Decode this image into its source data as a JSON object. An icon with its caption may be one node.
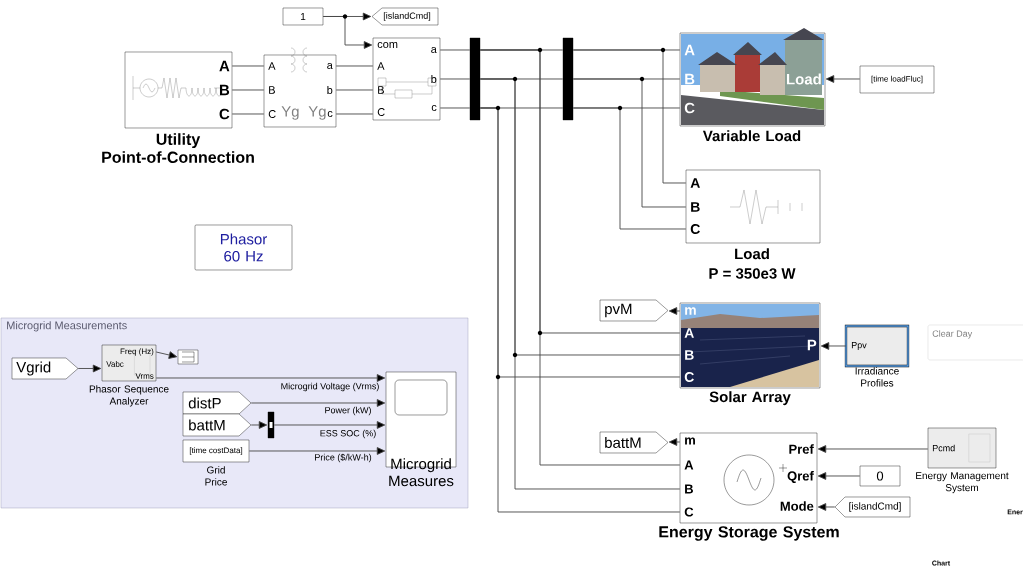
{
  "diagram": {
    "nodes": [
      {
        "text": [
          "1"
        ]
      },
      {
        "text": [
          "[islandCmd]"
        ]
      },
      {
        "text": [
          "A",
          "B",
          "C",
          "Utility Point-of-Connection"
        ]
      },
      {
        "text": [
          "A",
          "a",
          "B",
          "b",
          "C",
          "Yg",
          "Yg",
          "c"
        ]
      },
      {
        "text": [
          "com",
          "A",
          "B",
          "C",
          "a",
          "b",
          "c"
        ]
      },
      {
        "text": [],
        "shape": "bar"
      },
      {
        "text": [],
        "shape": "bar"
      },
      {
        "text": [
          "A",
          "B",
          "C",
          "Load",
          "Variable Load"
        ]
      },
      {
        "text": [
          "[time loadFluc]"
        ]
      },
      {
        "text": [
          "A",
          "B",
          "C",
          "Load"
        ],
        "beside": [
          "P = 350e3 W"
        ]
      },
      {
        "text": [
          "Phasor 60 Hz"
        ]
      },
      {
        "text": [
          "Microgrid Measurements"
        ]
      },
      {
        "text": [
          "Vgrid"
        ],
        "in": 11
      },
      {
        "text": [
          "Freq (Hz)",
          "Vabc",
          "Vrms",
          "Phasor Sequence Analyzer"
        ],
        "in": 11
      },
      {
        "text": [],
        "shape": "box",
        "in": 11
      },
      {
        "text": [
          "distP"
        ],
        "in": 11
      },
      {
        "text": [
          "battM"
        ],
        "in": 11
      },
      {
        "text": [],
        "shape": "bar",
        "in": 11
      },
      {
        "text": [
          "[time costData]",
          "Grid Price"
        ],
        "in": 11
      },
      {
        "text": [
          "Microgrid Measures"
        ],
        "in": 11
      },
      {
        "text": [
          "pvM"
        ]
      },
      {
        "text": [
          "m",
          "A",
          "B",
          "C",
          "P",
          "Solar Array"
        ]
      },
      {
        "text": [
          "Ppv",
          "Irradiance Profiles"
        ]
      },
      {
        "text": [
          "Clear Day"
        ]
      },
      {
        "text": [
          "battM"
        ]
      },
      {
        "text": [
          "m",
          "A",
          "B",
          "C",
          "Pref",
          "Qref",
          "Mode",
          "Energy Storage System"
        ]
      },
      {
        "text": [
          "Pcmd",
          "Energy Management System"
        ]
      },
      {
        "text": [
          "0"
        ]
      },
      {
        "text": [
          "[islandCmd]"
        ]
      }
    ],
    "edges": [
      {
        "from": 0,
        "to": 1,
        "arrow": "to"
      },
      {
        "from": 0,
        "to": 4,
        "arrow": "to"
      },
      {
        "from": 2,
        "to": 3,
        "arrow": "none"
      },
      {
        "from": 2,
        "to": 3,
        "arrow": "none"
      },
      {
        "from": 2,
        "to": 3,
        "arrow": "none"
      },
      {
        "from": 3,
        "to": 4,
        "arrow": "none"
      },
      {
        "from": 3,
        "to": 4,
        "arrow": "none"
      },
      {
        "from": 3,
        "to": 4,
        "arrow": "none"
      },
      {
        "from": 4,
        "to": 5,
        "arrow": "none"
      },
      {
        "from": 4,
        "to": 5,
        "arrow": "none"
      },
      {
        "from": 4,
        "to": 5,
        "arrow": "none"
      },
      {
        "from": 5,
        "to": 6,
        "arrow": "none"
      },
      {
        "from": 5,
        "to": 6,
        "arrow": "none"
      },
      {
        "from": 5,
        "to": 6,
        "arrow": "none"
      },
      {
        "from": 6,
        "to": 7,
        "arrow": "none"
      },
      {
        "from": 6,
        "to": 7,
        "arrow": "none"
      },
      {
        "from": 6,
        "to": 7,
        "arrow": "none"
      },
      {
        "from": 8,
        "to": 7,
        "arrow": "to"
      },
      {
        "from": 6,
        "to": 9,
        "arrow": "none"
      },
      {
        "from": 6,
        "to": 9,
        "arrow": "none"
      },
      {
        "from": 6,
        "to": 9,
        "arrow": "none"
      },
      {
        "from": 5,
        "to": 21,
        "arrow": "none"
      },
      {
        "from": 5,
        "to": 21,
        "arrow": "none"
      },
      {
        "from": 5,
        "to": 21,
        "arrow": "none"
      },
      {
        "from": 5,
        "to": 25,
        "arrow": "none"
      },
      {
        "from": 5,
        "to": 25,
        "arrow": "none"
      },
      {
        "from": 5,
        "to": 25,
        "arrow": "none"
      },
      {
        "from": 21,
        "to": 20,
        "arrow": "to"
      },
      {
        "from": 22,
        "to": 21,
        "arrow": "to"
      },
      {
        "from": 25,
        "to": 24,
        "arrow": "to"
      },
      {
        "from": 26,
        "to": 25,
        "arrow": "to"
      },
      {
        "from": 27,
        "to": 25,
        "arrow": "to"
      },
      {
        "from": 28,
        "to": 25,
        "arrow": "to"
      },
      {
        "from": 12,
        "to": 13,
        "arrow": "to"
      },
      {
        "from": 13,
        "to": 14,
        "arrow": "to"
      },
      {
        "from": 13,
        "to": 19,
        "arrow": "to",
        "label": "Microgrid Voltage (Vrms)"
      },
      {
        "from": 15,
        "to": 19,
        "arrow": "to",
        "label": "Power  (kW)"
      },
      {
        "from": 16,
        "to": 17,
        "arrow": "to"
      },
      {
        "from": 17,
        "to": 19,
        "arrow": "to",
        "label": "ESS SOC (%)"
      },
      {
        "from": 18,
        "to": 19,
        "arrow": "to",
        "label": "Price ($/kW-h)"
      }
    ],
    "labels": [
      "Ener",
      "Chart"
    ]
  }
}
